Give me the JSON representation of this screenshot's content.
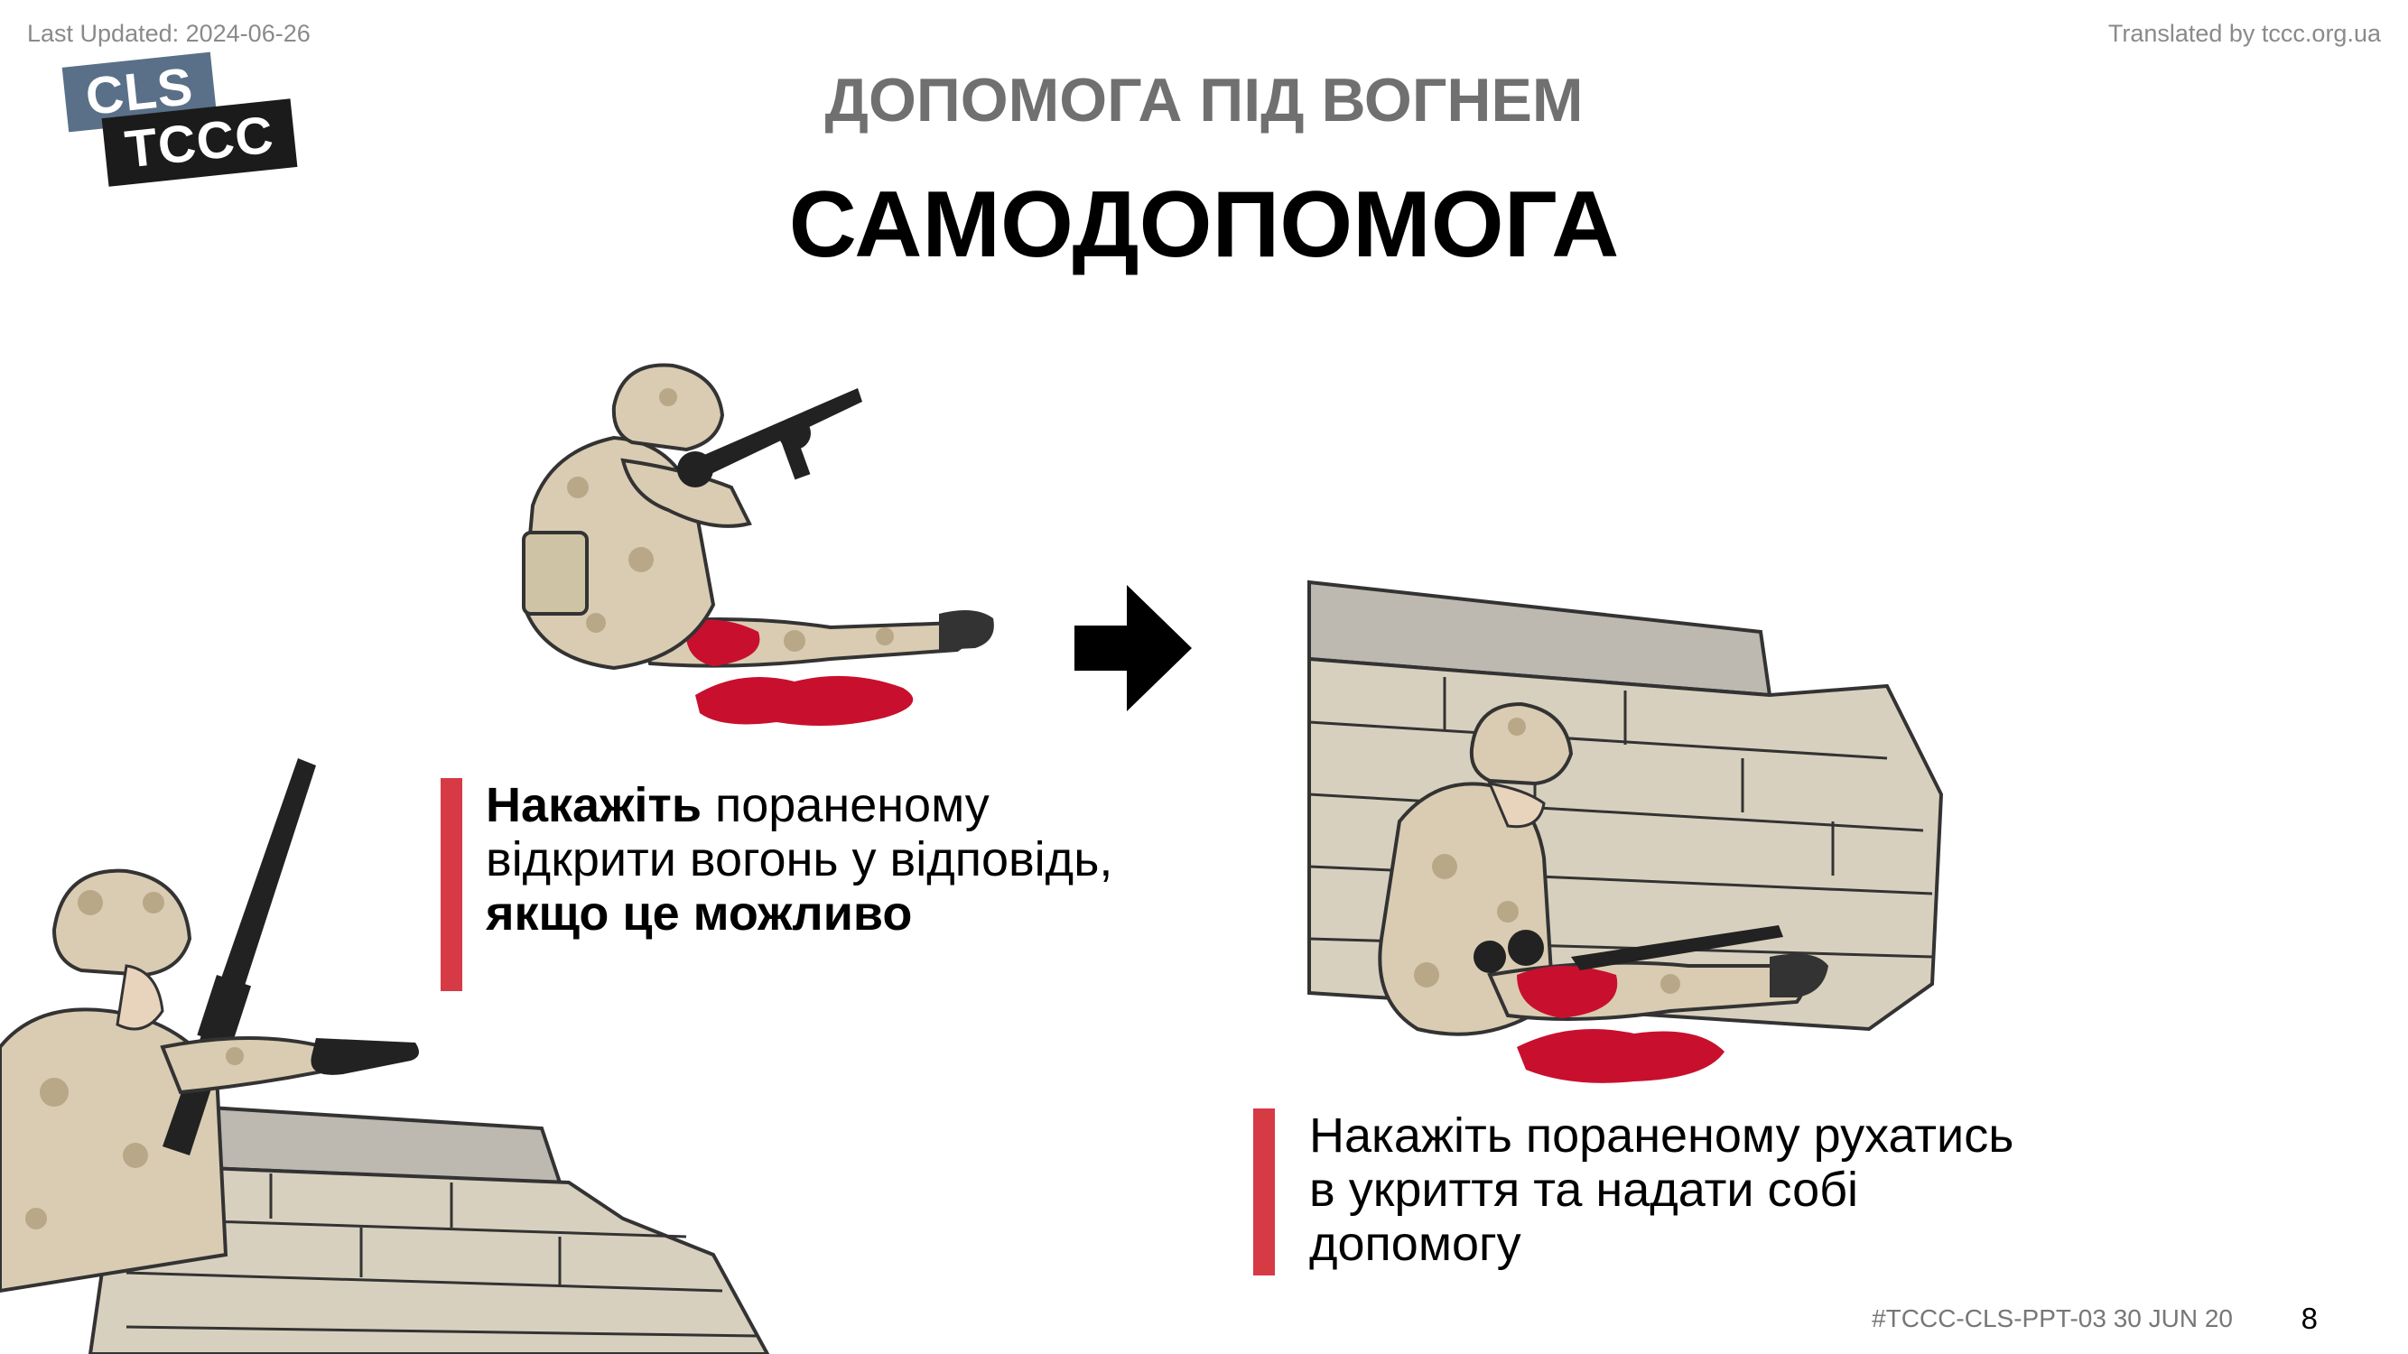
{
  "header": {
    "last_updated": "Last Updated: 2024-06-26",
    "translated_by": "Translated by tccc.org.ua"
  },
  "logo": {
    "line1": "CLS",
    "line2": "TCCC",
    "colors": {
      "cls_bg": "#5a7088",
      "tccc_bg": "#1b1b1b"
    }
  },
  "slide": {
    "subtitle": "ДОПОМОГА ПІД ВОГНЕМ",
    "title": "САМОДОПОМОГА"
  },
  "captions": [
    {
      "bold1": "Накажіть",
      "text1": " пораненому відкрити вогонь у відповідь, ",
      "bold2": "якщо це можливо"
    },
    {
      "text": "Накажіть пораненому рухатись в укриття та надати собі допомогу"
    }
  ],
  "footer": {
    "code": "#TCCC-CLS-PPT-03 30 JUN 20",
    "page_number": "8"
  },
  "colors": {
    "accent_red": "#d63a45",
    "blood": "#c8102e",
    "camo_base": "#d9ccb2",
    "wall": "#d8d0bf"
  },
  "icons": {
    "arrow": "arrow-right-icon"
  }
}
